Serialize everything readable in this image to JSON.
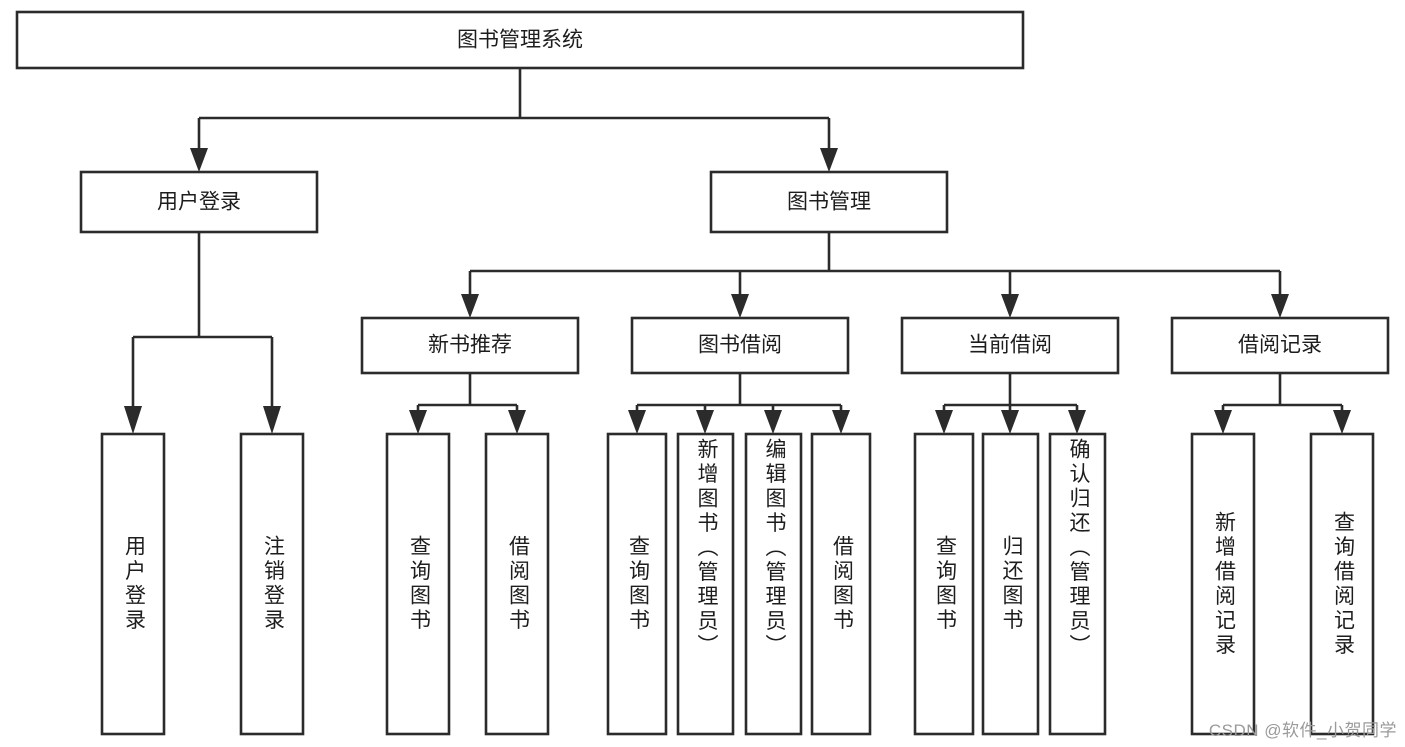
{
  "diagram": {
    "title": "图书管理系统",
    "type": "tree-hierarchy-diagram",
    "colors": {
      "box_stroke": "#2b2b2b",
      "box_fill": "#ffffff",
      "text": "#1d1d1d",
      "connector": "#2b2b2b",
      "watermark": "#9a9a9a",
      "background": "#ffffff"
    },
    "root": {
      "label": "图书管理系统"
    },
    "level2": [
      {
        "id": "user-login",
        "label": "用户登录"
      },
      {
        "id": "book-manage",
        "label": "图书管理"
      }
    ],
    "level3": [
      {
        "id": "new-book-recommend",
        "label": "新书推荐",
        "parent": "book-manage"
      },
      {
        "id": "book-borrow",
        "label": "图书借阅",
        "parent": "book-manage"
      },
      {
        "id": "current-borrow",
        "label": "当前借阅",
        "parent": "book-manage"
      },
      {
        "id": "borrow-record",
        "label": "借阅记录",
        "parent": "book-manage"
      }
    ],
    "leaves": [
      {
        "id": "leaf-user-login",
        "label": "用户登录",
        "parent": "user-login"
      },
      {
        "id": "leaf-logout-login",
        "label": "注销登录",
        "parent": "user-login"
      },
      {
        "id": "leaf-query-book-1",
        "label": "查询图书",
        "parent": "new-book-recommend"
      },
      {
        "id": "leaf-borrow-book-1",
        "label": "借阅图书",
        "parent": "new-book-recommend"
      },
      {
        "id": "leaf-query-book-2",
        "label": "查询图书",
        "parent": "book-borrow"
      },
      {
        "id": "leaf-add-book-admin",
        "label": "新增图书（管理员）",
        "parent": "book-borrow"
      },
      {
        "id": "leaf-edit-book-admin",
        "label": "编辑图书（管理员）",
        "parent": "book-borrow"
      },
      {
        "id": "leaf-borrow-book-2",
        "label": "借阅图书",
        "parent": "book-borrow"
      },
      {
        "id": "leaf-query-book-3",
        "label": "查询图书",
        "parent": "current-borrow"
      },
      {
        "id": "leaf-return-book",
        "label": "归还图书",
        "parent": "current-borrow"
      },
      {
        "id": "leaf-confirm-return-admin",
        "label": "确认归还（管理员）",
        "parent": "current-borrow"
      },
      {
        "id": "leaf-add-borrow-record",
        "label": "新增借阅记录",
        "parent": "borrow-record"
      },
      {
        "id": "leaf-query-borrow-record",
        "label": "查询借阅记录",
        "parent": "borrow-record"
      }
    ],
    "watermark": "CSDN @软件_小贺同学"
  }
}
